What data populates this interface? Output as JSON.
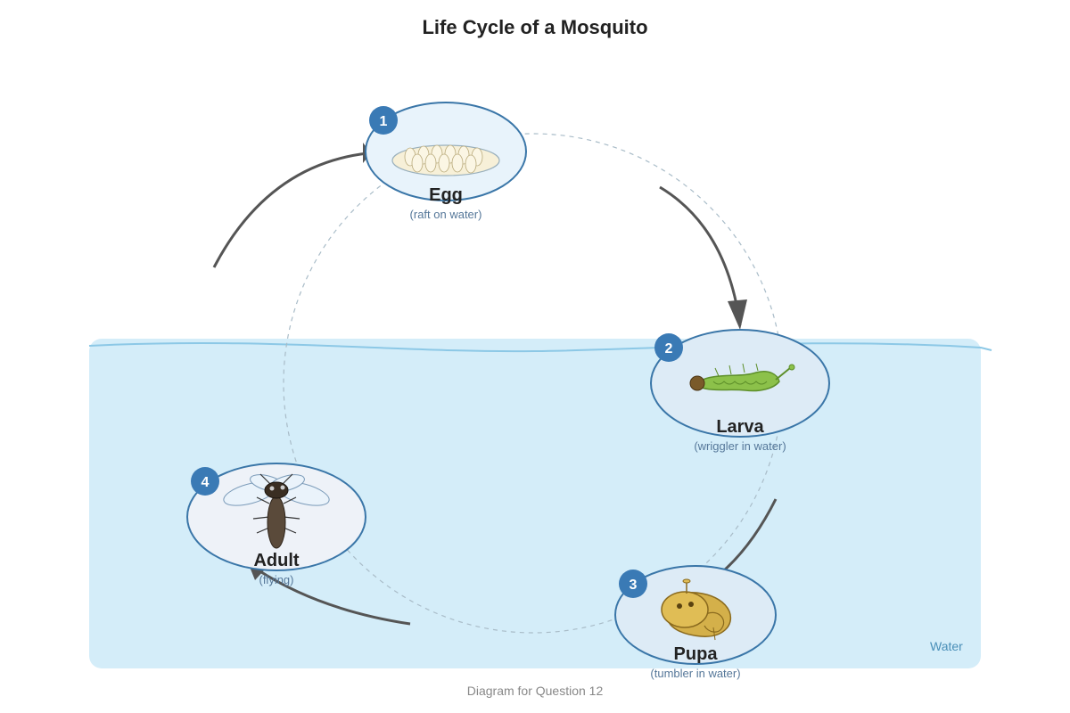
{
  "title": "Life Cycle of a Mosquito",
  "caption": "Diagram for Question 12",
  "water_label": "Water",
  "colors": {
    "water": "#d4edf9",
    "water_line": "#8cc8e6",
    "badge": "#3a7ab5",
    "stage_stroke": "#3a76a8",
    "arrow": "#555555"
  },
  "stages": [
    {
      "number": "1",
      "name": "Egg",
      "description": "(raft on water)",
      "icon": "egg-raft-icon"
    },
    {
      "number": "2",
      "name": "Larva",
      "description": "(wriggler in water)",
      "icon": "larva-icon"
    },
    {
      "number": "3",
      "name": "Pupa",
      "description": "(tumbler in water)",
      "icon": "pupa-icon"
    },
    {
      "number": "4",
      "name": "Adult",
      "description": "(flying)",
      "icon": "mosquito-icon"
    }
  ]
}
